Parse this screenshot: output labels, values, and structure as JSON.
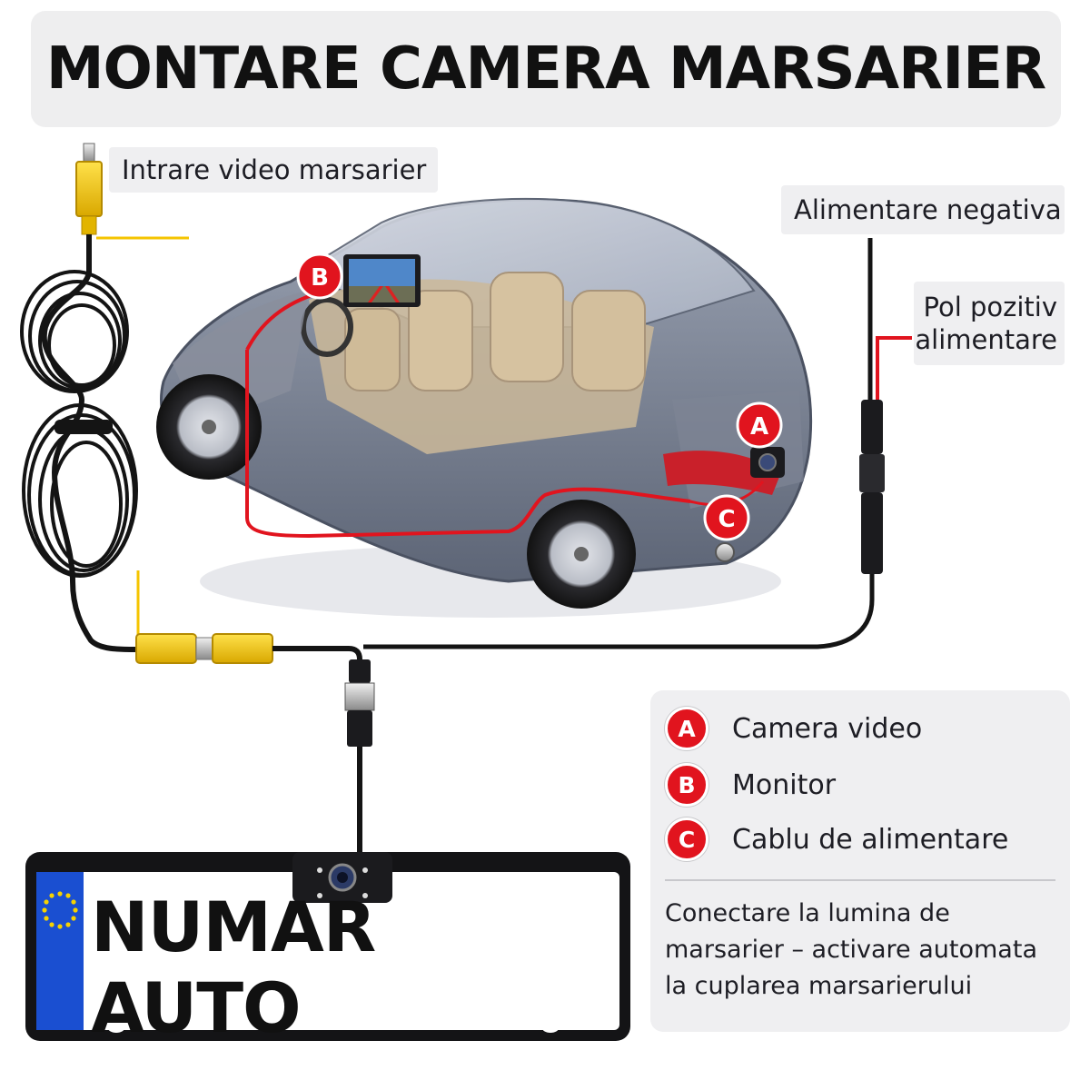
{
  "title": "MONTARE CAMERA MARSARIER",
  "labels": {
    "video_input": "Intrare video marsarier",
    "negative_power": "Alimentare negativa",
    "positive_power_line1": "Pol pozitiv",
    "positive_power_line2": "alimentare"
  },
  "markers": {
    "a": "A",
    "b": "B",
    "c": "C"
  },
  "legend": {
    "items": [
      {
        "badge": "A",
        "text": "Camera video"
      },
      {
        "badge": "B",
        "text": "Monitor"
      },
      {
        "badge": "C",
        "text": "Cablu de alimentare"
      }
    ],
    "note": "Conectare la lumina de marsarier – activare automata la cuplarea marsarierului"
  },
  "plate": {
    "text": "NUMAR AUTO"
  },
  "colors": {
    "accent_red": "#e1141e",
    "wire_black": "#141414",
    "connector_yellow": "#f5c400",
    "eu_blue": "#1a4fd1",
    "eu_star": "#f6d200",
    "car_body": "#6f7788"
  },
  "icons": [
    "rca-connector-icon",
    "camera-icon",
    "monitor-icon",
    "eu-flag-icon",
    "car-illustration"
  ]
}
